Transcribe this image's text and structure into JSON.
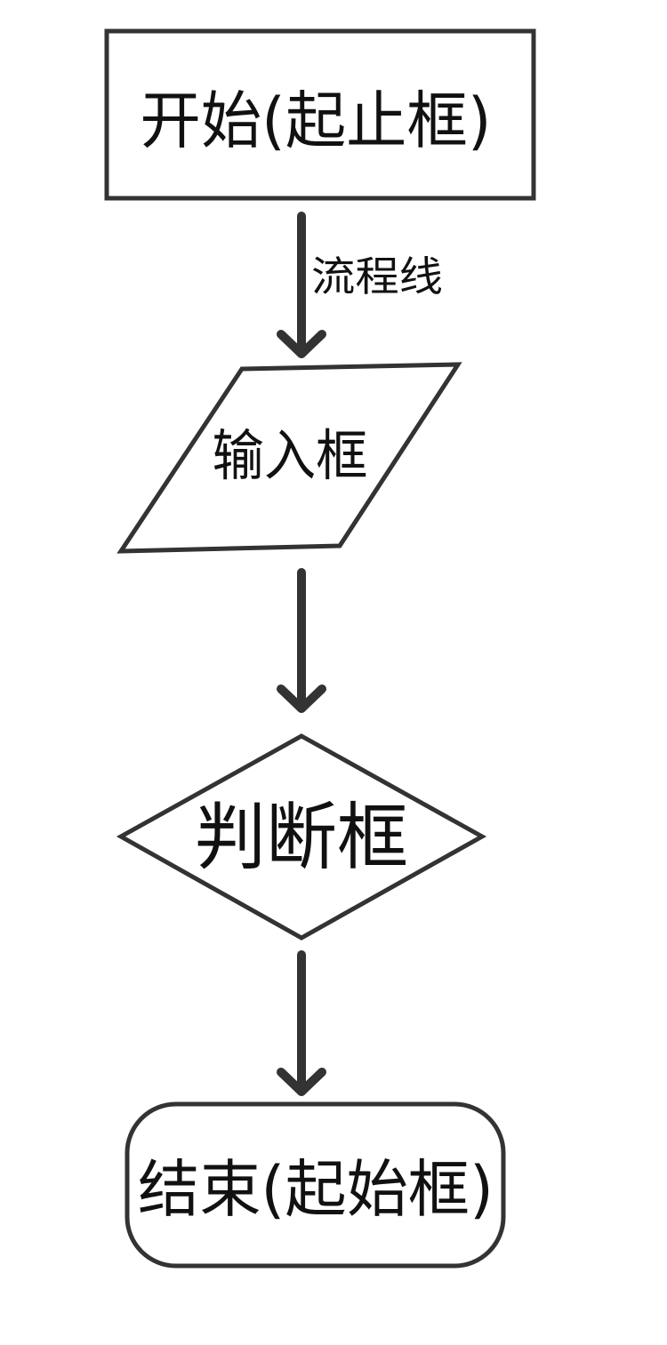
{
  "diagram": {
    "nodes": {
      "start": {
        "label": "开始(起止框)",
        "shape": "rectangle"
      },
      "input": {
        "label": "输入框",
        "shape": "parallelogram"
      },
      "decision": {
        "label": "判断框",
        "shape": "diamond"
      },
      "end": {
        "label": "结束(起始框)",
        "shape": "rounded-rectangle"
      }
    },
    "edges": [
      {
        "from": "start",
        "to": "input",
        "label": "流程线"
      },
      {
        "from": "input",
        "to": "decision",
        "label": ""
      },
      {
        "from": "decision",
        "to": "end",
        "label": ""
      }
    ],
    "colors": {
      "stroke": "#333333",
      "text": "#111111",
      "background": "#ffffff"
    }
  }
}
